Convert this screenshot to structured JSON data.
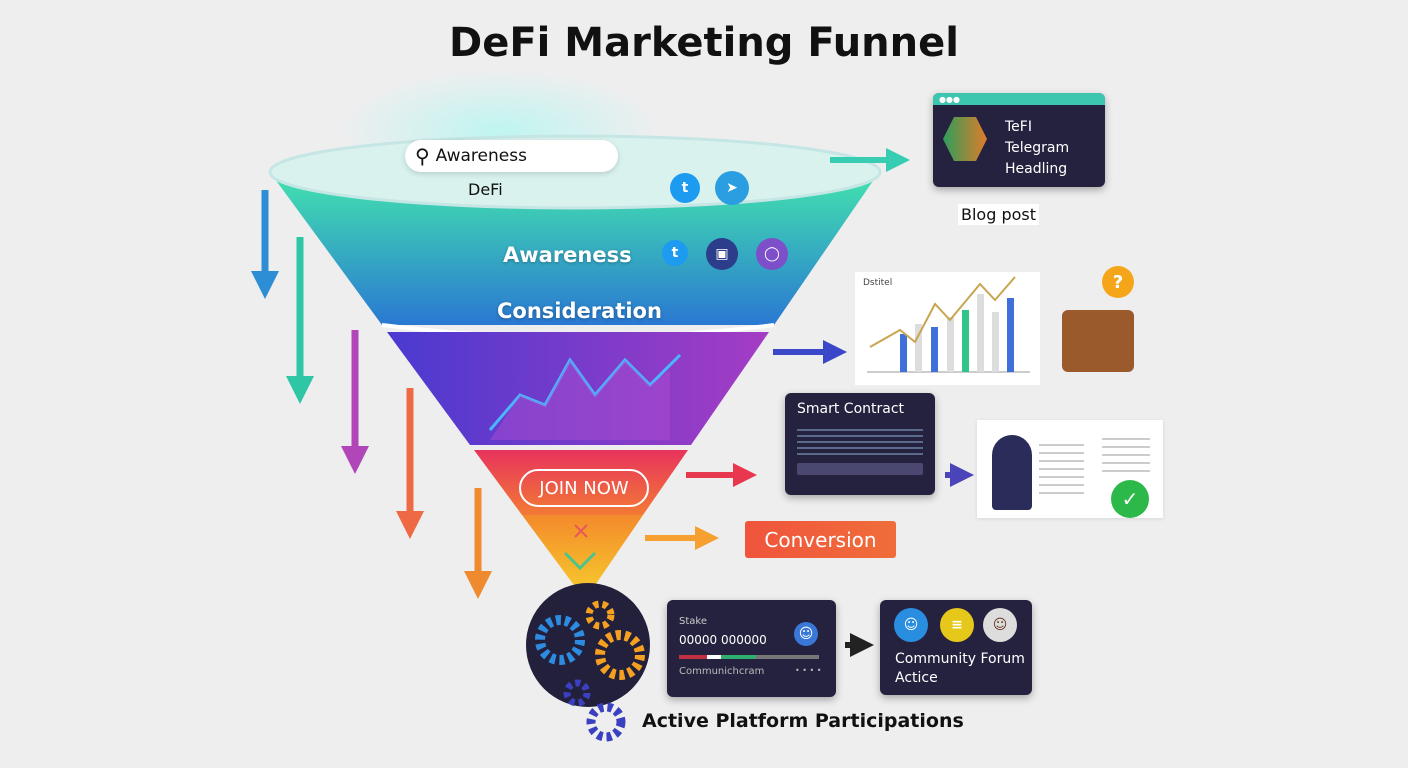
{
  "title": "DeFi Marketing Funnel",
  "funnel": {
    "search_text": "Awareness",
    "defi_text": "DeFi",
    "awareness_label": "Awareness",
    "consideration_label": "Consideration",
    "join_button": "JOIN NOW"
  },
  "blog_card": {
    "lines": [
      "TeFI",
      "Telegram",
      "Headling"
    ],
    "caption": "Blog post"
  },
  "chart_card": {
    "label": "Dstitel"
  },
  "smart_contract": {
    "title": "Smart Contract"
  },
  "conversion": {
    "label": "Conversion"
  },
  "stake_card": {
    "label": "Stake",
    "value": "00000 000000",
    "footer": "Communichcram",
    "dots": "• • • •"
  },
  "community_card": {
    "lines": [
      "Community Forum",
      "Actice"
    ]
  },
  "footer_label": "Active Platform Participations",
  "colors": {
    "teal": "#3ed8b4",
    "blue": "#2b7fd4",
    "purple": "#6a3cc8",
    "red": "#e8375a",
    "orange": "#f59a2a",
    "card": "#25223f"
  }
}
